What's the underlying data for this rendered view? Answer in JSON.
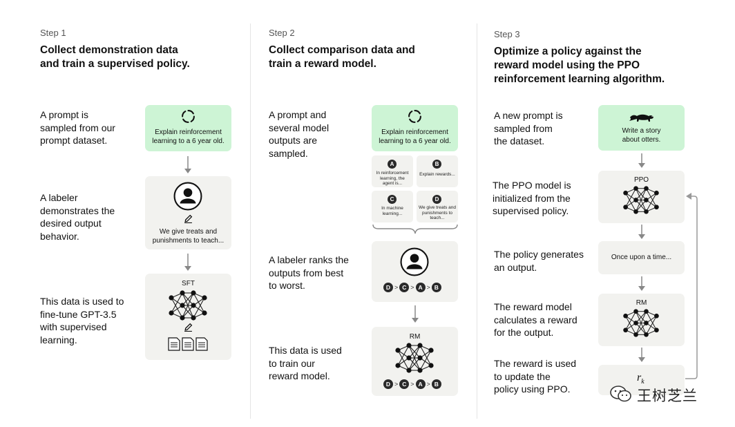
{
  "steps": [
    {
      "label": "Step 1",
      "heading": "Collect demonstration data\nand train a supervised policy.",
      "descriptions": [
        "A prompt is\nsampled from our\nprompt dataset.",
        "A labeler\ndemonstrates the\ndesired output\nbehavior.",
        "This data is used to\nfine-tune GPT-3.5\nwith supervised\nlearning."
      ],
      "prompt_text": "Explain reinforcement\nlearning to a 6 year old.",
      "demo_text": "We give treats and\npunishments to teach...",
      "model_label": "SFT"
    },
    {
      "label": "Step 2",
      "heading": "Collect comparison data and\ntrain a reward model.",
      "descriptions": [
        "A prompt and\nseveral model\noutputs are\nsampled.",
        "A labeler ranks the\noutputs from best\nto worst.",
        "This data is used\nto train our\nreward model."
      ],
      "prompt_text": "Explain reinforcement\nlearning to a 6 year old.",
      "outputs": [
        {
          "letter": "A",
          "text": "In reinforcement\nlearning, the\nagent is..."
        },
        {
          "letter": "B",
          "text": "Explain rewards..."
        },
        {
          "letter": "C",
          "text": "In machine\nlearning..."
        },
        {
          "letter": "D",
          "text": "We give treats and\npunishments to\nteach..."
        }
      ],
      "ranking": [
        "D",
        ">",
        "C",
        ">",
        "A",
        ">",
        "B"
      ],
      "model_label": "RM"
    },
    {
      "label": "Step 3",
      "heading": "Optimize a policy against the\nreward model using the PPO\nreinforcement learning algorithm.",
      "descriptions": [
        "A new prompt is\nsampled from\nthe dataset.",
        "The PPO model is\ninitialized from the\nsupervised policy.",
        "The policy generates\nan output.",
        "The reward model\ncalculates a reward\nfor the output.",
        "The reward is used\nto update the\npolicy using PPO."
      ],
      "prompt_text": "Write a story\nabout otters.",
      "ppo_label": "PPO",
      "output_text": "Once upon a time...",
      "rm_label": "RM",
      "reward_symbol": "r",
      "reward_subscript": "k"
    }
  ],
  "watermark": "王树芝兰"
}
